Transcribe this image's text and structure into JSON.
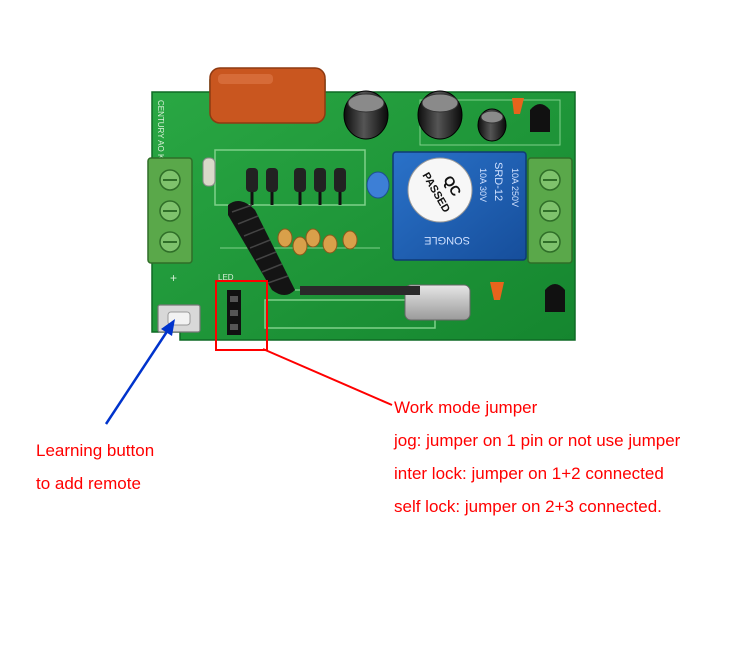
{
  "colors": {
    "board": "#1f9a3b",
    "board_dark": "#137a2b",
    "terminal": "#5aa84a",
    "relay": "#1e5fb4",
    "capacitor": "#c9561f",
    "callout_red": "#ff0000",
    "callout_blue": "#0033cc",
    "text": "#ff0000"
  },
  "board_labels": {
    "relay_brand": "SONGLE",
    "relay_model": "SRD-12",
    "relay_rating_1": "10A 250V",
    "relay_rating_2": "10A 30V",
    "qc_sticker_1": "QC",
    "qc_sticker_2": "PASSED",
    "silk_edge": "CENTURY AO KE",
    "led": "LED",
    "plus": "+"
  },
  "annotations": {
    "learning": {
      "line1": "Learning button",
      "line2": "to add remote",
      "color": "#ff0000",
      "arrow_color": "#0033cc"
    },
    "jumper": {
      "title": "Work mode jumper",
      "line1": "jog: jumper on 1 pin or not use jumper",
      "line2": "inter lock: jumper on 1+2 connected",
      "line3": "self lock: jumper on 2+3 connected.",
      "color": "#ff0000",
      "box_color": "#ff0000"
    }
  }
}
